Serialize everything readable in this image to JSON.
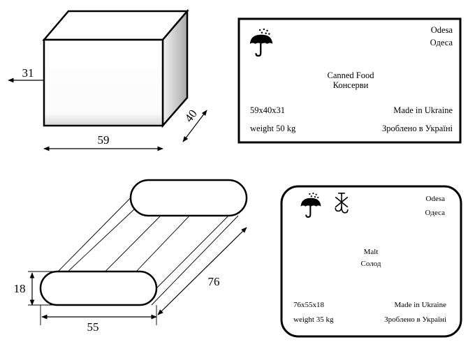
{
  "box": {
    "dims": {
      "height": "31",
      "depth": "40",
      "width": "59"
    },
    "label": {
      "city_en": "Odesa",
      "city_uk": "Одеса",
      "product_en": "Canned Food",
      "product_uk": "Консерви",
      "size": "59x40x31",
      "weight": "weight 50 kg",
      "origin_en": "Made in Ukraine",
      "origin_uk": "Зроблено в Україні"
    }
  },
  "bag": {
    "dims": {
      "height": "18",
      "width": "55",
      "length": "76"
    },
    "label": {
      "city_en": "Odesa",
      "city_uk": "Одеса",
      "product_en": "Malt",
      "product_uk": "Солод",
      "size": "76x55x18",
      "weight": "weight 35 kg",
      "origin_en": "Made in Ukraine",
      "origin_uk": "Зроблено в Україні"
    }
  },
  "icons": {
    "box_label": [
      "umbrella-icon"
    ],
    "bag_label": [
      "umbrella-icon",
      "no-hooks-icon"
    ]
  }
}
